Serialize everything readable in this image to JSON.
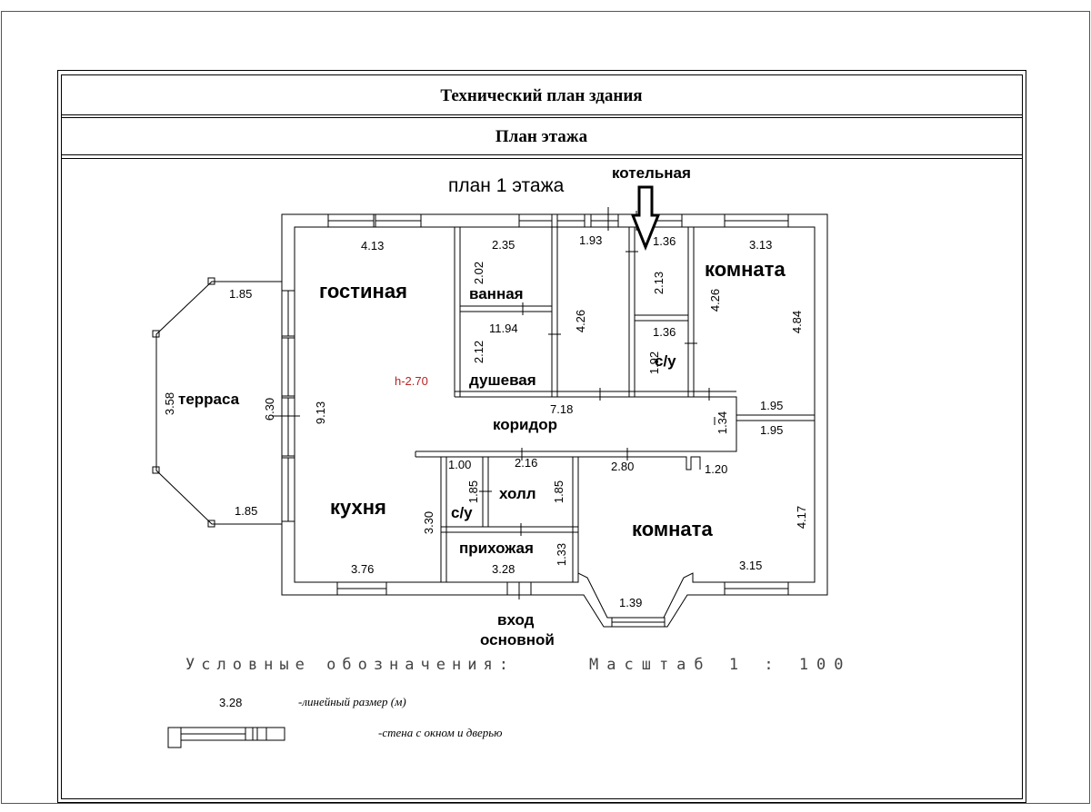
{
  "header": {
    "title": "Технический план здания",
    "subtitle": "План этажа"
  },
  "plan": {
    "caption": "план 1 этажа",
    "boiler_label": "котельная",
    "height_mark": "h-2.70",
    "entrance_line1": "вход",
    "entrance_line2": "основной"
  },
  "rooms": {
    "living": "гостиная",
    "bathroom": "ванная",
    "shower": "душевая",
    "room_top": "комната",
    "wc_top": "с/у",
    "terrace": "терраса",
    "corridor": "коридор",
    "kitchen": "кухня",
    "hall": "холл",
    "wc_bottom": "с/у",
    "foyer": "прихожая",
    "room_bottom": "комната"
  },
  "dimensions": {
    "living_width": "4.13",
    "bath_width": "2.35",
    "bath_depth": "2.02",
    "shower_area": "11.94",
    "shower_depth": "2.12",
    "mid_width": "1.93",
    "mid_depth": "4.26",
    "boiler_width": "1.36",
    "boiler_depth": "2.13",
    "wc_width": "1.36",
    "wc_depth": "1.92",
    "room_top_width": "3.13",
    "room_top_inner": "4.26",
    "room_top_depth": "4.84",
    "terrace_top": "1.85",
    "terrace_depth": "3.58",
    "terrace_wall": "6.30",
    "living_depth": "9.13",
    "terrace_bottom": "1.85",
    "corridor_length": "7.18",
    "corridor_depth": "1.34",
    "corr_right_top": "1.95",
    "corr_right_bottom": "1.95",
    "wc_bottom_width": "1.00",
    "wc_bottom_depth": "1.85",
    "hall_width": "2.16",
    "hall_depth": "1.85",
    "room_bottom_top": "2.80",
    "room_bottom_small": "1.20",
    "room_bottom_depth": "4.17",
    "kitchen_depth": "3.30",
    "kitchen_width": "3.76",
    "foyer_width": "3.28",
    "foyer_depth": "1.33",
    "bay_width": "1.39",
    "room_bottom_width": "3.15"
  },
  "legend": {
    "heading": "Условные обозначения:",
    "scale": "Масштаб 1 : 100",
    "sample_dim": "3.28",
    "dim_desc": "-линейный размер (м)",
    "wall_desc": "-стена с окном и дверью"
  }
}
